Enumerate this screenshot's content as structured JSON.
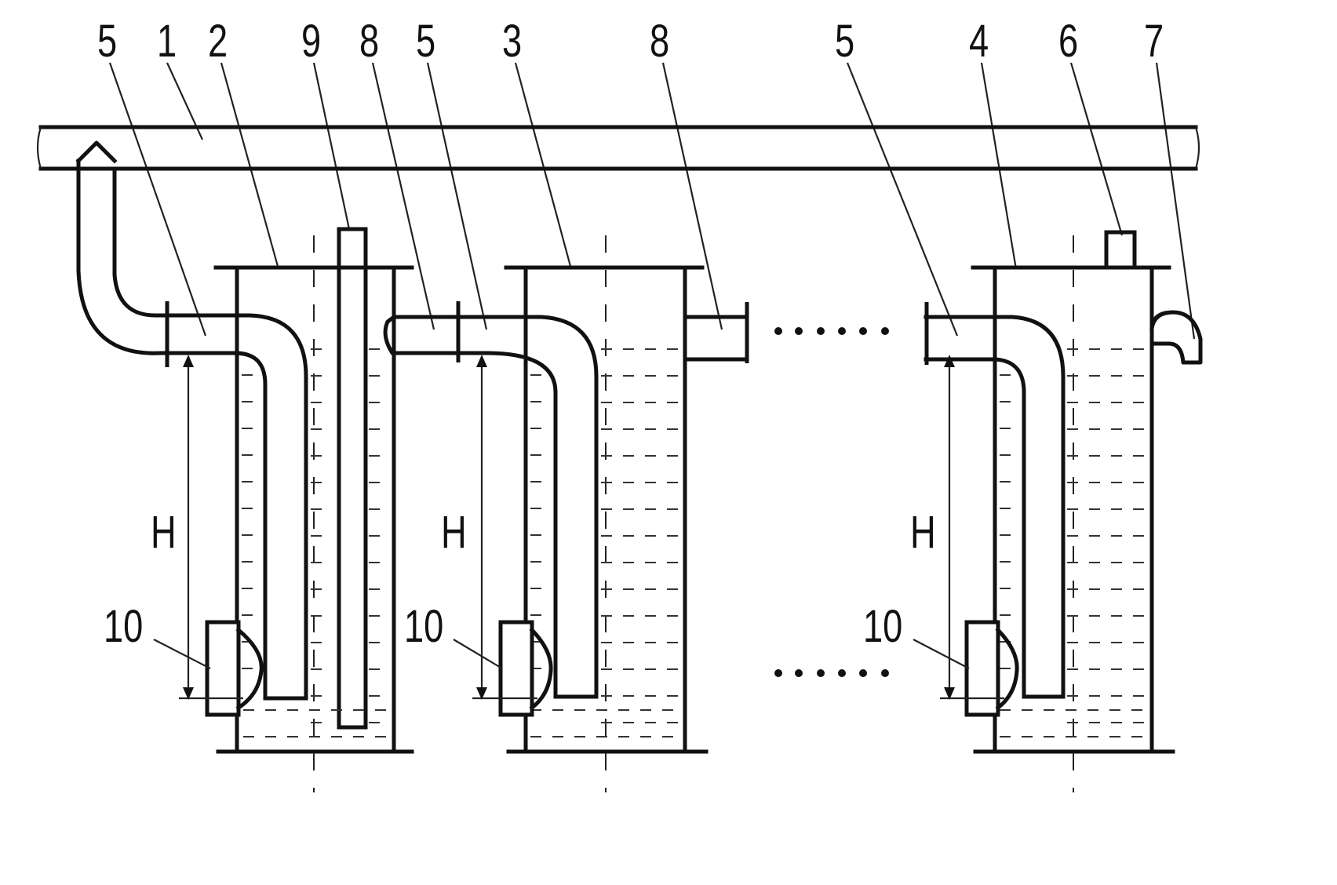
{
  "labels": {
    "top": [
      "5",
      "1",
      "2",
      "9",
      "8",
      "5",
      "3",
      "8",
      "5",
      "4",
      "6",
      "7"
    ],
    "height_mark": "H",
    "valve": "10"
  },
  "colors": {
    "line": "#111111",
    "background": "#ffffff"
  }
}
